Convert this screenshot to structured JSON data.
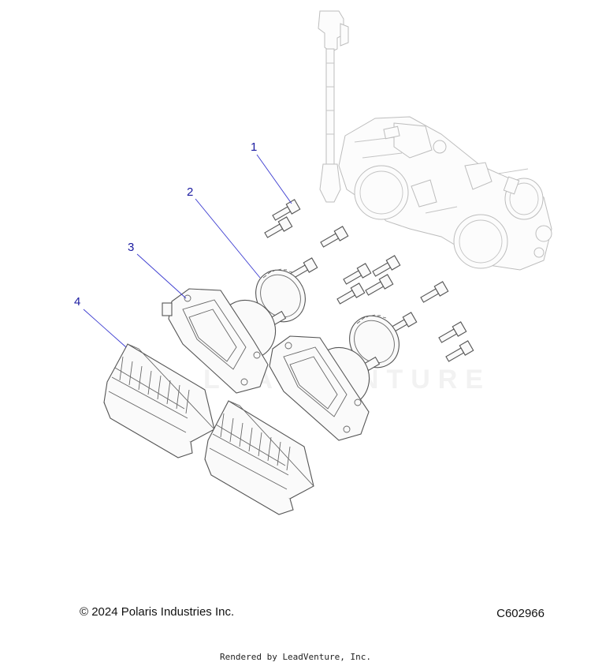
{
  "callouts": [
    "1",
    "2",
    "3",
    "4"
  ],
  "watermark": "LEADVENTURE",
  "footer": {
    "copyright": "© 2024 Polaris Industries Inc.",
    "diagram_code": "C602966",
    "rendered_by": "Rendered by LeadVenture, Inc."
  },
  "colors": {
    "callout": "#1a1aa0",
    "leader": "#3a3ad0",
    "outline": "#555555",
    "ghost_outline": "#bdbdbd"
  }
}
